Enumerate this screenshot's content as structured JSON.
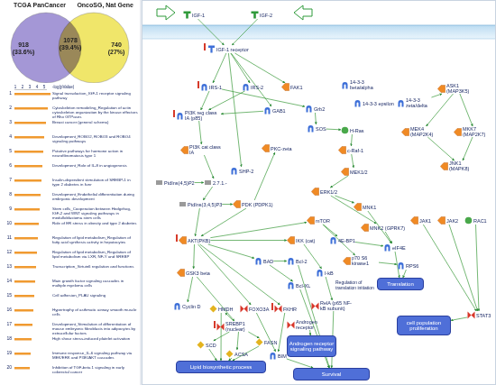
{
  "diagram": {
    "nodes": [
      {
        "text": [
          "TCGA PanCancer",
          "918 (33.6%)"
        ]
      },
      {
        "text": [
          "OncoSG, Nat Gene",
          "740 (27%)"
        ]
      },
      {
        "text": [
          "IGF-1"
        ]
      },
      {
        "text": [
          "IGF-2"
        ]
      },
      {
        "text": [
          "IGF-1 receptor"
        ]
      },
      {
        "text": [
          "IRS-1"
        ]
      },
      {
        "text": [
          "IRS-2"
        ]
      },
      {
        "text": [
          "FAK1"
        ]
      },
      {
        "text": [
          "14-3-3 beta/alpha"
        ]
      },
      {
        "text": [
          "14-3-3 epsilon"
        ]
      },
      {
        "text": [
          "14-3-3 zeta/delta"
        ]
      },
      {
        "text": [
          "ASK1 (MAP3K5)"
        ]
      },
      {
        "text": [
          "PI3K reg class IA (p85)"
        ]
      },
      {
        "text": [
          "GAB1"
        ]
      },
      {
        "text": [
          "Grb2"
        ]
      },
      {
        "text": [
          "SOS"
        ]
      },
      {
        "text": [
          "H-Ras"
        ]
      },
      {
        "text": [
          "MEK4 (MAP2K4)"
        ]
      },
      {
        "text": [
          "MKK7 (MAP2K7)"
        ]
      },
      {
        "text": [
          "PI3K cat class IA"
        ]
      },
      {
        "text": [
          "PKC-zeta"
        ]
      },
      {
        "text": [
          "c-Raf-1"
        ]
      },
      {
        "text": [
          "JNK1 (MAPK8)"
        ]
      },
      {
        "text": [
          "SHP-2"
        ]
      },
      {
        "text": [
          "MEK1/2"
        ]
      },
      {
        "text": [
          "PtdIns(4,5)P2"
        ]
      },
      {
        "text": [
          "2.7.1.-"
        ]
      },
      {
        "text": [
          "ERK1/2"
        ]
      },
      {
        "text": [
          "PtdIns(3,4,5)P3"
        ]
      },
      {
        "text": [
          "PDK (PDPK1)"
        ]
      },
      {
        "text": [
          "mTOR"
        ]
      },
      {
        "text": [
          "MNK1"
        ]
      },
      {
        "text": [
          "MNK2 (GPRK7)"
        ]
      },
      {
        "text": [
          "JAK1"
        ]
      },
      {
        "text": [
          "JAK2"
        ]
      },
      {
        "text": [
          "RAC1"
        ]
      },
      {
        "text": [
          "AKT(PKB)"
        ]
      },
      {
        "text": [
          "IKK (cat)"
        ]
      },
      {
        "text": [
          "4E-BP1"
        ]
      },
      {
        "text": [
          "eIF4E"
        ]
      },
      {
        "text": [
          "BAD"
        ]
      },
      {
        "text": [
          "Bcl-2"
        ]
      },
      {
        "text": [
          "GSK3 beta"
        ]
      },
      {
        "text": [
          "I-kB"
        ]
      },
      {
        "text": [
          "p70 S6 kinase1"
        ]
      },
      {
        "text": [
          "RPS6"
        ]
      },
      {
        "text": [
          "Bcl-XL"
        ]
      },
      {
        "text": [
          "Translation"
        ]
      },
      {
        "text": [
          "Cyclin D"
        ]
      },
      {
        "text": [
          "HMDH"
        ]
      },
      {
        "text": [
          "FKHR"
        ]
      },
      {
        "text": [
          "RelA (p65 NF-kB subunit)"
        ]
      },
      {
        "text": [
          "STAT3"
        ]
      },
      {
        "text": [
          "SREBP1 (nuclear)"
        ]
      },
      {
        "text": [
          "FOXO3A"
        ]
      },
      {
        "text": [
          "Androgen receptor"
        ]
      },
      {
        "text": [
          "cell population proliferation"
        ]
      },
      {
        "text": [
          "SCD"
        ]
      },
      {
        "text": [
          "FASN"
        ]
      },
      {
        "text": [
          "Androgen receptor signaling pathway"
        ]
      },
      {
        "text": [
          "ACSA"
        ]
      },
      {
        "text": [
          "BIM"
        ]
      },
      {
        "text": [
          "Lipid biosynthetic process"
        ]
      },
      {
        "text": [
          "Survival"
        ]
      }
    ],
    "edges": [
      {
        "from": 2,
        "to": 4,
        "arrow": "to"
      },
      {
        "from": 3,
        "to": 4,
        "arrow": "to"
      },
      {
        "from": 4,
        "to": 5,
        "arrow": "to"
      },
      {
        "from": 4,
        "to": 6,
        "arrow": "to"
      },
      {
        "from": 4,
        "to": 7,
        "arrow": "to"
      },
      {
        "from": 4,
        "to": 13,
        "arrow": "to"
      },
      {
        "from": 4,
        "to": 23,
        "arrow": "to"
      },
      {
        "from": 5,
        "to": 12,
        "arrow": "to"
      },
      {
        "from": 5,
        "to": 14,
        "arrow": "to"
      },
      {
        "from": 6,
        "to": 12,
        "arrow": "to"
      },
      {
        "from": 13,
        "to": 12,
        "arrow": "to"
      },
      {
        "from": 14,
        "to": 15,
        "arrow": "to"
      },
      {
        "from": 15,
        "to": 16,
        "arrow": "to"
      },
      {
        "from": 16,
        "to": 21,
        "arrow": "to"
      },
      {
        "from": 12,
        "to": 19,
        "arrow": "to"
      },
      {
        "from": 19,
        "to": 26,
        "arrow": "to"
      },
      {
        "from": 25,
        "to": 26,
        "arrow": "to"
      },
      {
        "from": 26,
        "to": 28,
        "arrow": "to"
      },
      {
        "from": 28,
        "to": 29,
        "arrow": "to"
      },
      {
        "from": 28,
        "to": 36,
        "arrow": "to"
      },
      {
        "from": 29,
        "to": 36,
        "arrow": "to"
      },
      {
        "from": 29,
        "to": 20,
        "arrow": "to"
      },
      {
        "from": 21,
        "to": 24,
        "arrow": "to"
      },
      {
        "from": 24,
        "to": 27,
        "arrow": "to"
      },
      {
        "from": 27,
        "to": 31,
        "arrow": "to"
      },
      {
        "from": 27,
        "to": 32,
        "arrow": "to"
      },
      {
        "from": 31,
        "to": 39,
        "arrow": "to"
      },
      {
        "from": 32,
        "to": 39,
        "arrow": "to"
      },
      {
        "from": 36,
        "to": 42,
        "arrow": "to"
      },
      {
        "from": 36,
        "to": 30,
        "arrow": "to"
      },
      {
        "from": 36,
        "to": 40,
        "arrow": "to"
      },
      {
        "from": 36,
        "to": 37,
        "arrow": "to"
      },
      {
        "from": 36,
        "to": 50,
        "arrow": "to"
      },
      {
        "from": 36,
        "to": 54,
        "arrow": "to"
      },
      {
        "from": 30,
        "to": 38,
        "arrow": "to"
      },
      {
        "from": 30,
        "to": 44,
        "arrow": "to"
      },
      {
        "from": 38,
        "to": 39,
        "arrow": "to"
      },
      {
        "from": 44,
        "to": 45,
        "arrow": "to"
      },
      {
        "from": 39,
        "to": 47,
        "arrow": "to"
      },
      {
        "from": 45,
        "to": 47,
        "arrow": "to"
      },
      {
        "from": 42,
        "to": 48,
        "arrow": "to"
      },
      {
        "from": 42,
        "to": 53,
        "arrow": "to"
      },
      {
        "from": 53,
        "to": 49,
        "arrow": "to"
      },
      {
        "from": 53,
        "to": 57,
        "arrow": "to"
      },
      {
        "from": 53,
        "to": 60,
        "arrow": "to"
      },
      {
        "from": 53,
        "to": 58,
        "arrow": "to"
      },
      {
        "from": 49,
        "to": 62,
        "arrow": "to"
      },
      {
        "from": 57,
        "to": 62,
        "arrow": "to"
      },
      {
        "from": 60,
        "to": 62,
        "arrow": "to"
      },
      {
        "from": 58,
        "to": 62,
        "arrow": "to"
      },
      {
        "from": 50,
        "to": 61,
        "arrow": "to"
      },
      {
        "from": 54,
        "to": 61,
        "arrow": "to"
      },
      {
        "from": 61,
        "to": 63,
        "arrow": "to"
      },
      {
        "from": 40,
        "to": 41,
        "arrow": "to"
      },
      {
        "from": 40,
        "to": 46,
        "arrow": "to"
      },
      {
        "from": 41,
        "to": 63,
        "arrow": "to"
      },
      {
        "from": 46,
        "to": 63,
        "arrow": "to"
      },
      {
        "from": 37,
        "to": 43,
        "arrow": "to"
      },
      {
        "from": 43,
        "to": 51,
        "arrow": "to"
      },
      {
        "from": 51,
        "to": 63,
        "arrow": "to"
      },
      {
        "from": 55,
        "to": 59,
        "arrow": "to"
      },
      {
        "from": 10,
        "to": 11,
        "arrow": "to"
      },
      {
        "from": 11,
        "to": 17,
        "arrow": "to"
      },
      {
        "from": 11,
        "to": 18,
        "arrow": "to"
      },
      {
        "from": 17,
        "to": 22,
        "arrow": "to"
      },
      {
        "from": 18,
        "to": 22,
        "arrow": "to"
      },
      {
        "from": 33,
        "to": 52,
        "arrow": "to"
      },
      {
        "from": 34,
        "to": 52,
        "arrow": "to"
      },
      {
        "from": 35,
        "to": 52,
        "arrow": "to"
      },
      {
        "from": 52,
        "to": 56,
        "arrow": "to"
      }
    ],
    "labels": [
      "1078 (39.4%)",
      "-log(pValue)",
      "1",
      "2",
      "3",
      "4",
      "5",
      "1",
      "Signal transduction_IGF-1 receptor signaling pathway",
      "2",
      "Cytoskeleton remodeling_Regulation of actin cytoskeleton organization by the kinase effectors of Rho GTPases",
      "3",
      "Breast cancer (general schema)",
      "4",
      "Development_ROBO2, ROBO3 and ROBO4 signaling pathways",
      "5",
      "Putative pathways for hormone action in neurofibromatosis type 1",
      "6",
      "Development_Role of IL-8 in angiogenesis",
      "7",
      "Insulin-dependent stimulation of SREBP-1 in type 2 diabetes in liver",
      "8",
      "Development_Endothelial differentiation during embryonic development",
      "9",
      "Stem cells_Cooperation between Hedgehog, IGF-2 and WNT signaling pathways in medulloblastoma stem cells",
      "10",
      "Role of ER stress in obesity and type 2 diabetes",
      "11",
      "Regulation of lipid metabolism_Regulation of fatty acid synthesis activity in hepatocytes",
      "12",
      "Regulation of lipid metabolism_Regulation of lipid metabolism via LXR, NF-Y and SREBP",
      "13",
      "Transcription_Sirtuin6 regulation and functions",
      "14",
      "Main growth factor signaling cascades in multiple myeloma cells",
      "15",
      "Cell adhesion_PLAU signaling",
      "16",
      "Hypertrophy of asthmatic airway smooth muscle cells",
      "17",
      "Development_Stimulation of differentiation of mouse embryonic fibroblasts into adipocytes by extracellular factors",
      "18",
      "High shear stress-induced platelet activation",
      "19",
      "Immune response_IL-6 signaling pathway via MEK/ERK and PI3K/AKT cascades",
      "20",
      "Inhibition of TGF-beta 1 signaling in early colorectal cancer",
      "Regulation of translation initiation"
    ]
  }
}
